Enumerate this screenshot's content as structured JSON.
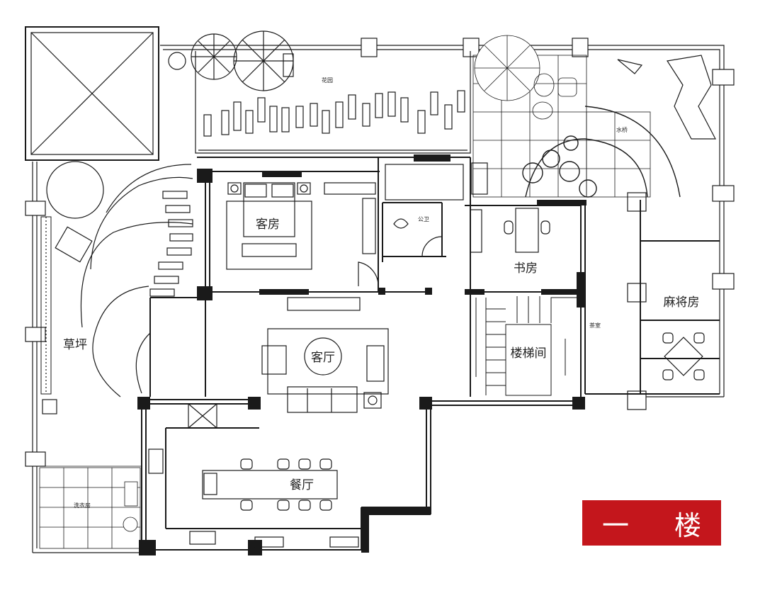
{
  "rooms": {
    "guest_room": "客房",
    "living_room": "客厅",
    "dining_room": "餐厅",
    "study": "书房",
    "stair_room": "楼梯间",
    "mahjong_room": "麻将房",
    "lawn": "草坪",
    "garden": "花园",
    "water_bridge": "水桥",
    "public_toilet": "公卫",
    "tea_room": "茶室",
    "laundry_room": "洗衣房"
  },
  "floor_label": "一 楼",
  "colors": {
    "badge": "#c4161c",
    "line": "#1a1a1a"
  }
}
